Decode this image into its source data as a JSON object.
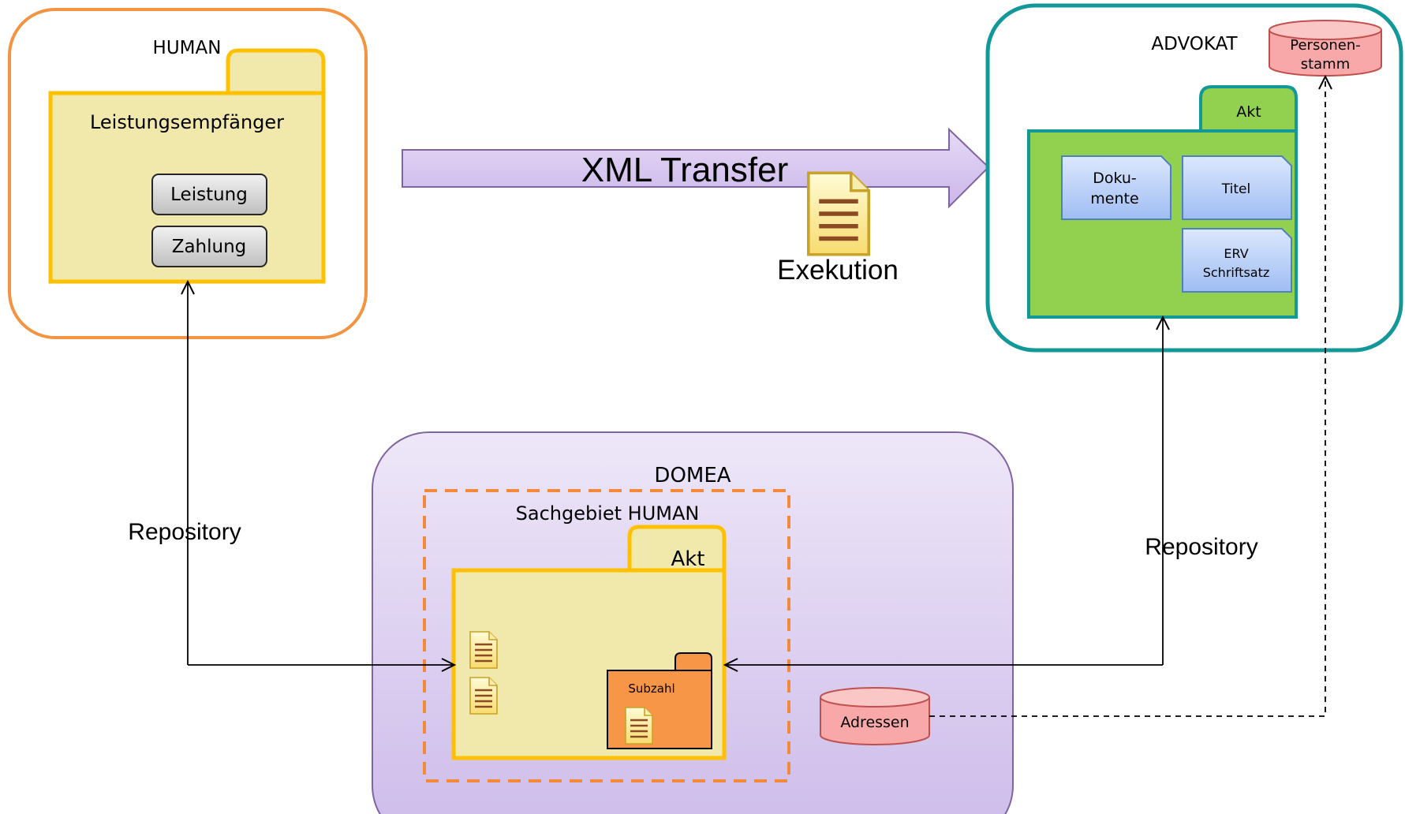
{
  "human": {
    "title": "HUMAN",
    "folder_label": "Leistungsempfänger",
    "buttons": [
      "Leistung",
      "Zahlung"
    ]
  },
  "transfer": {
    "label": "XML Transfer",
    "doc_label": "Exekution"
  },
  "advokat": {
    "title": "ADVOKAT",
    "db_label_line1": "Personen-",
    "db_label_line2": "stamm",
    "folder_tab": "Akt",
    "cards": [
      {
        "line1": "Doku-",
        "line2": "mente"
      },
      {
        "line1": "Titel",
        "line2": ""
      },
      {
        "line1": "ERV",
        "line2": "Schriftsatz"
      }
    ]
  },
  "domea": {
    "title": "DOMEA",
    "area_label": "Sachgebiet HUMAN",
    "folder_tab": "Akt",
    "subfolder_label": "Subzahl",
    "db_label": "Adressen"
  },
  "connectors": {
    "left_label": "Repository",
    "right_label": "Repository"
  },
  "colors": {
    "human_border": "#F29441",
    "folder_fill": "#F1E8AC",
    "folder_border": "#FFC000",
    "advokat_border": "#13989A",
    "akt_green": "#92D050",
    "domea_fill": "#D9CCEE",
    "domea_border": "#8064A2",
    "arrow_fill": "#D8C6EE",
    "db_fill": "#F8A8A8",
    "subfolder_fill": "#F79646"
  }
}
